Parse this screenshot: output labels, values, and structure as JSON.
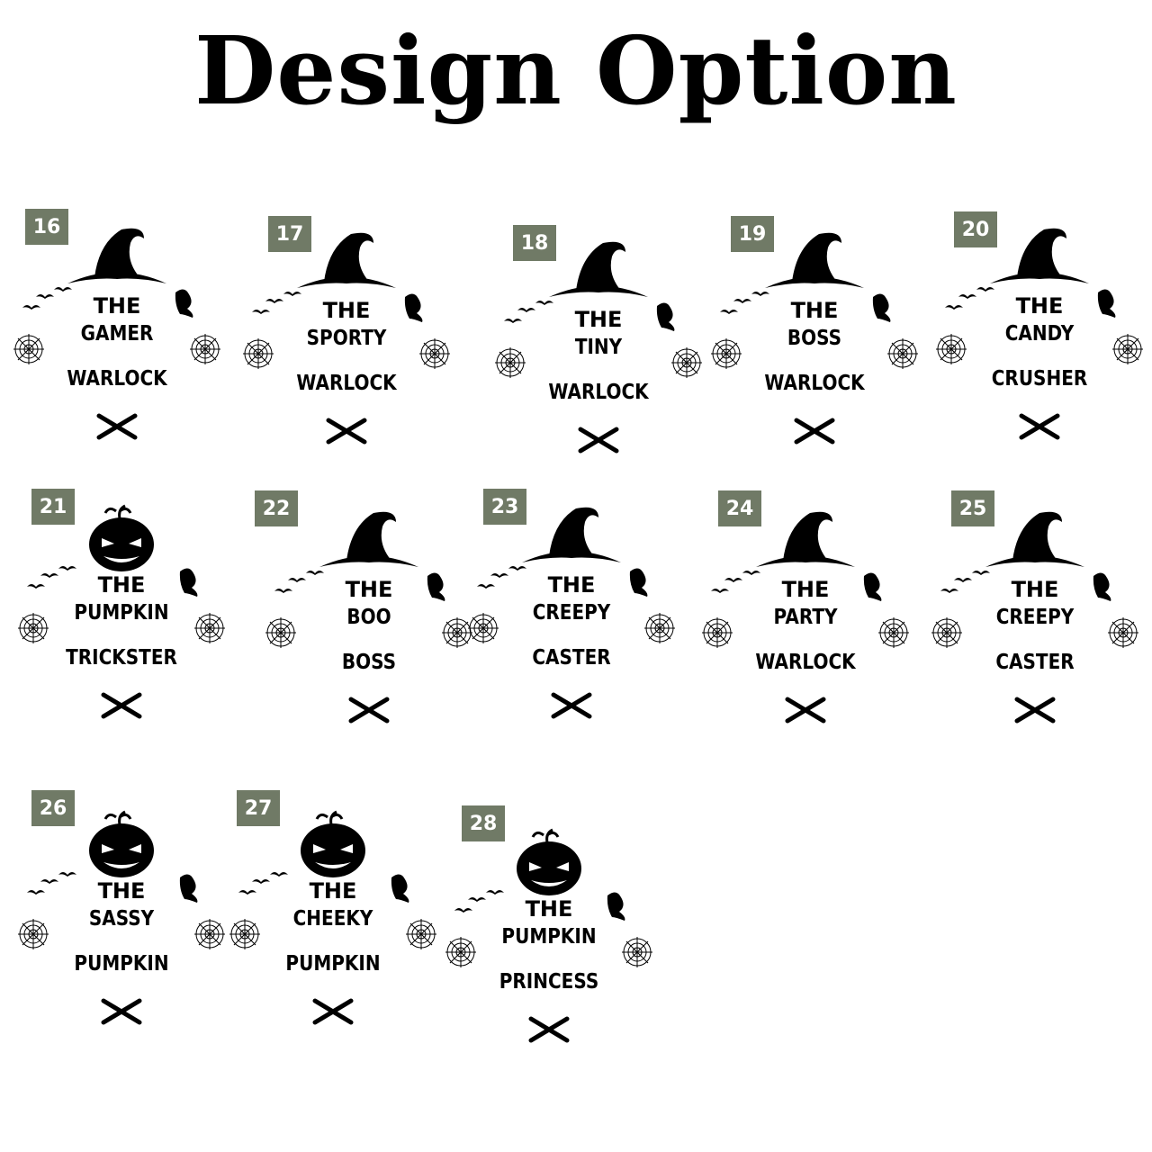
{
  "heading": "Design Option",
  "designs": [
    {
      "number": "16",
      "the": "THE",
      "word1": "GAMER",
      "word2": "WARLOCK",
      "top": "hat"
    },
    {
      "number": "17",
      "the": "THE",
      "word1": "SPORTY",
      "word2": "WARLOCK",
      "top": "hat"
    },
    {
      "number": "18",
      "the": "THE",
      "word1": "TINY",
      "word2": "WARLOCK",
      "top": "hat"
    },
    {
      "number": "19",
      "the": "THE",
      "word1": "BOSS",
      "word2": "WARLOCK",
      "top": "hat"
    },
    {
      "number": "20",
      "the": "THE",
      "word1": "CANDY",
      "word2": "CRUSHER",
      "top": "hat"
    },
    {
      "number": "21",
      "the": "THE",
      "word1": "PUMPKIN",
      "word2": "TRICKSTER",
      "top": "pumpkin"
    },
    {
      "number": "22",
      "the": "THE",
      "word1": "BOO",
      "word2": "BOSS",
      "top": "hat"
    },
    {
      "number": "23",
      "the": "THE",
      "word1": "CREEPY",
      "word2": "CASTER",
      "top": "hat"
    },
    {
      "number": "24",
      "the": "THE",
      "word1": "PARTY",
      "word2": "WARLOCK",
      "top": "hat"
    },
    {
      "number": "25",
      "the": "THE",
      "word1": "CREEPY",
      "word2": "CASTER",
      "top": "hat"
    },
    {
      "number": "26",
      "the": "THE",
      "word1": "SASSY",
      "word2": "PUMPKIN",
      "top": "pumpkin"
    },
    {
      "number": "27",
      "the": "THE",
      "word1": "CHEEKY",
      "word2": "PUMPKIN",
      "top": "pumpkin"
    },
    {
      "number": "28",
      "the": "THE",
      "word1": "PUMPKIN",
      "word2": "PRINCESS",
      "top": "pumpkin"
    }
  ],
  "colors": {
    "badge": "#707a66",
    "ink": "#000000",
    "background": "#ffffff"
  }
}
